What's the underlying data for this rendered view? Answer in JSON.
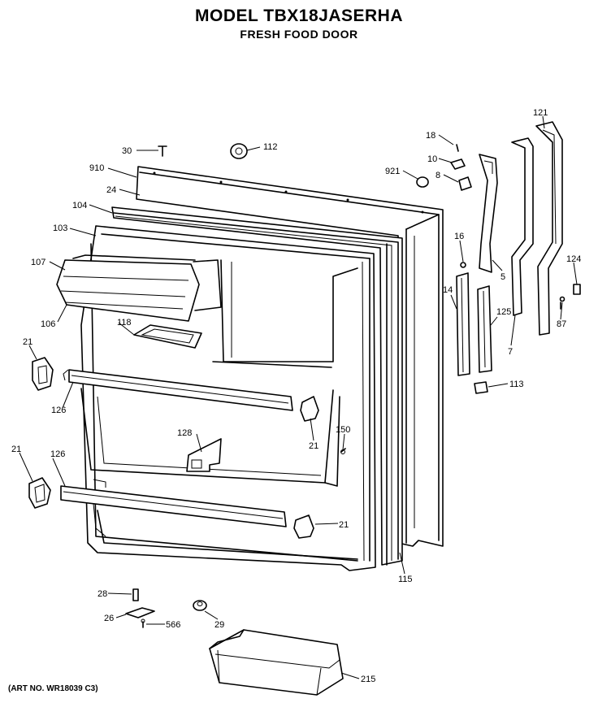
{
  "header": {
    "model": "MODEL TBX18JASERHA",
    "section": "FRESH FOOD DOOR"
  },
  "footer": {
    "art_no": "(ART NO. WR18039 C3)"
  },
  "parts": [
    {
      "id": "p121",
      "label": "121"
    },
    {
      "id": "p18",
      "label": "18"
    },
    {
      "id": "p30",
      "label": "30"
    },
    {
      "id": "p112",
      "label": "112"
    },
    {
      "id": "p10",
      "label": "10"
    },
    {
      "id": "p910",
      "label": "910"
    },
    {
      "id": "p921",
      "label": "921"
    },
    {
      "id": "p8",
      "label": "8"
    },
    {
      "id": "p24",
      "label": "24"
    },
    {
      "id": "p104",
      "label": "104"
    },
    {
      "id": "p103",
      "label": "103"
    },
    {
      "id": "p16",
      "label": "16"
    },
    {
      "id": "p107",
      "label": "107"
    },
    {
      "id": "p124",
      "label": "124"
    },
    {
      "id": "p5",
      "label": "5"
    },
    {
      "id": "p14",
      "label": "14"
    },
    {
      "id": "p125",
      "label": "125"
    },
    {
      "id": "p106",
      "label": "106"
    },
    {
      "id": "p118",
      "label": "118"
    },
    {
      "id": "p87",
      "label": "87"
    },
    {
      "id": "p21a",
      "label": "21"
    },
    {
      "id": "p7",
      "label": "7"
    },
    {
      "id": "p113",
      "label": "113"
    },
    {
      "id": "p126a",
      "label": "126"
    },
    {
      "id": "p128",
      "label": "128"
    },
    {
      "id": "p150",
      "label": "150"
    },
    {
      "id": "p21b",
      "label": "21"
    },
    {
      "id": "p21c",
      "label": "21"
    },
    {
      "id": "p126b",
      "label": "126"
    },
    {
      "id": "p21d",
      "label": "21"
    },
    {
      "id": "p115",
      "label": "115"
    },
    {
      "id": "p28",
      "label": "28"
    },
    {
      "id": "p26",
      "label": "26"
    },
    {
      "id": "p566",
      "label": "566"
    },
    {
      "id": "p29",
      "label": "29"
    },
    {
      "id": "p215",
      "label": "215"
    }
  ]
}
